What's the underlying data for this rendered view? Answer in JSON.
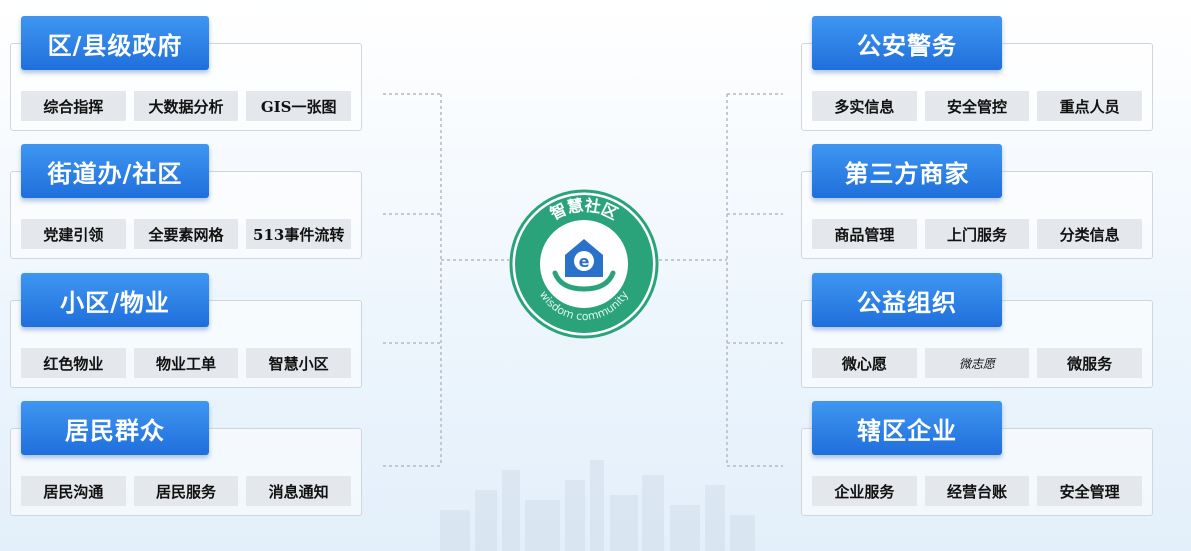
{
  "left_groups": [
    {
      "title": "区/县级政府",
      "items": [
        "综合指挥",
        "大数据分析",
        "GIS一张图"
      ]
    },
    {
      "title": "街道办/社区",
      "items": [
        "党建引领",
        "全要素网格",
        "513事件流转"
      ]
    },
    {
      "title": "小区/物业",
      "items": [
        "红色物业",
        "物业工单",
        "智慧小区"
      ]
    },
    {
      "title": "居民群众",
      "items": [
        "居民沟通",
        "居民服务",
        "消息通知"
      ]
    }
  ],
  "right_groups": [
    {
      "title": "公安警务",
      "items": [
        "多实信息",
        "安全管控",
        "重点人员"
      ]
    },
    {
      "title": "第三方商家",
      "items": [
        "商品管理",
        "上门服务",
        "分类信息"
      ]
    },
    {
      "title": "公益组织",
      "items": [
        "微心愿",
        "微志愿",
        "微服务"
      ]
    },
    {
      "title": "辖区企业",
      "items": [
        "企业服务",
        "经营台账",
        "安全管理"
      ]
    }
  ],
  "logo": {
    "top_text": "智慧社区",
    "bottom_text": "wisdom community",
    "letter": "e"
  },
  "colors": {
    "tab": "#2a7fe6",
    "item_bg": "#e4e7ec",
    "logo_green": "#2aa37a",
    "logo_blue": "#2a72c9",
    "connector": "#b5b9be"
  }
}
